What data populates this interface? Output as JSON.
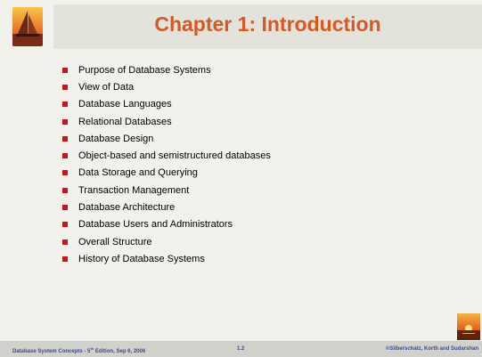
{
  "slide": {
    "title": "Chapter 1:  Introduction",
    "bullets": [
      "Purpose of Database Systems",
      "View of Data",
      "Database Languages",
      "Relational Databases",
      "Database Design",
      "Object-based and semistructured databases",
      "Data Storage and Querying",
      "Transaction Management",
      "Database Architecture",
      "Database Users and Administrators",
      "Overall Structure",
      "History of Database Systems"
    ]
  },
  "footer": {
    "left": "Database System Concepts - 5",
    "left_sup": "th",
    "left_rest": " Edition, Sep 6, 2006",
    "center": "1.2",
    "right": "©Silberschatz, Korth and Sudarshan"
  },
  "colors": {
    "title": "#d35a26",
    "bullet_marker": "#c0191d",
    "footer_text": "#3a4a8a"
  },
  "icons": {
    "top_logo": "sailboat-sunset-icon",
    "bottom_logo": "sunset-icon"
  }
}
